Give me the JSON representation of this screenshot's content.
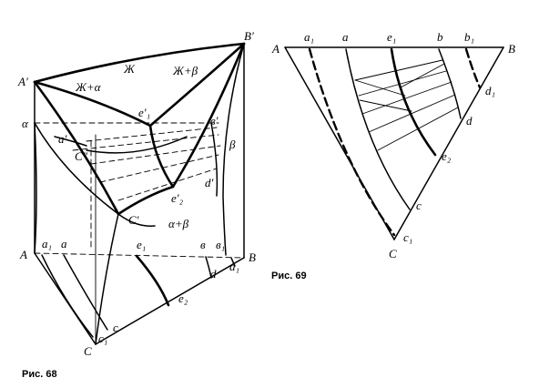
{
  "fig68": {
    "caption": "Рис. 68",
    "labels": {
      "A_prime": "A′",
      "B_prime": "B′",
      "A": "A",
      "B": "B",
      "C": "C",
      "C_prime": "C′",
      "C_prime_inner": "C″",
      "alpha": "α",
      "a_prime": "a′",
      "b_prime": "в′",
      "beta": "β",
      "d_prime": "d′",
      "e1_prime": "e′₁",
      "e2_prime": "e′₂",
      "a1": "a₁",
      "a": "a",
      "e1": "e₁",
      "b": "в",
      "b1": "в₁",
      "d": "d",
      "d1": "a₁",
      "e2": "e₂",
      "c": "c",
      "c1": "c₁",
      "liquid": "Ж",
      "liquid_alpha": "Ж+α",
      "liquid_beta": "Ж+β",
      "alpha_beta": "α+β"
    }
  },
  "fig69": {
    "caption": "Рис. 69",
    "labels": {
      "A": "A",
      "B": "B",
      "C": "C",
      "a1": "a₁",
      "a": "a",
      "e1": "e₁",
      "b": "b",
      "b1": "b₁",
      "d1": "d₁",
      "d": "d",
      "e2": "e₂",
      "c": "c",
      "c1": "c₁"
    }
  }
}
